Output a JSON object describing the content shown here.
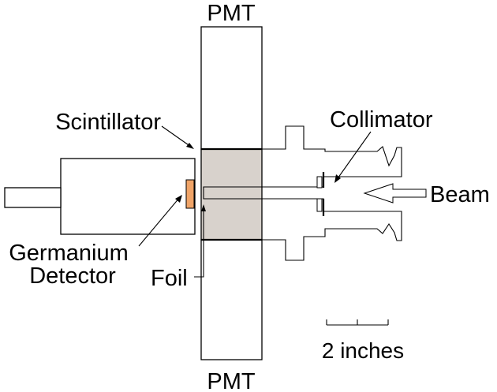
{
  "labels": {
    "pmt_top": "PMT",
    "pmt_bottom": "PMT",
    "scintillator": "Scintillator",
    "collimator": "Collimator",
    "beam": "Beam",
    "germanium_line1": "Germanium",
    "germanium_line2": "Detector",
    "foil": "Foil",
    "scale": "2 inches"
  },
  "colors": {
    "scintillator_fill": "#d8d2cc",
    "crystal_fill": "#f0a468",
    "line": "#000000"
  }
}
